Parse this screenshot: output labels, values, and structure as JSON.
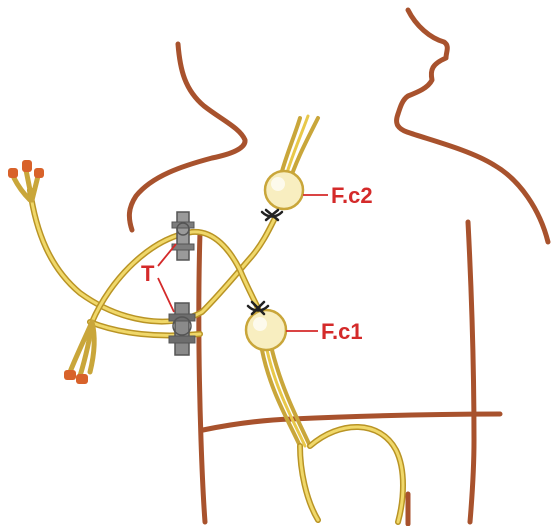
{
  "labels": {
    "fc2": "F.c2",
    "fc1": "F.c1",
    "t": "T"
  },
  "colors": {
    "body_outline": "#a8522d",
    "catheter": "#e8c84a",
    "catheter_edge": "#b99425",
    "catheter_tip": "#d8622a",
    "label": "#d42a2a",
    "clamp": "#7d7d7d",
    "tie": "#222222"
  },
  "icons": {
    "clamps": "clamp-icon",
    "ties": "suture-tie-icon",
    "balloons": "balloon-icon"
  }
}
